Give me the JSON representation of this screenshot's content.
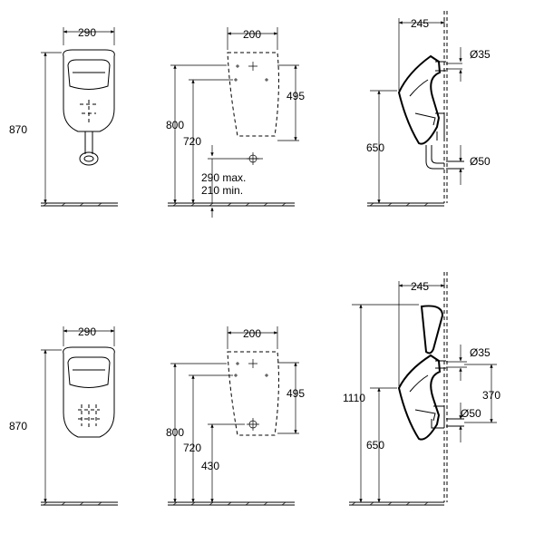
{
  "top": {
    "front": {
      "width": "290",
      "height": "870"
    },
    "plan": {
      "width": "200",
      "d495": "495",
      "d800": "800",
      "d720": "720",
      "max_label": "290 max.",
      "min_label": "210 min."
    },
    "side": {
      "depth": "245",
      "inlet": "Ø35",
      "height": "650",
      "outlet": "Ø50"
    }
  },
  "bottom": {
    "front": {
      "width": "290",
      "height": "870"
    },
    "plan": {
      "width": "200",
      "d495": "495",
      "d800": "800",
      "d720": "720",
      "d430": "430"
    },
    "side": {
      "depth": "245",
      "inlet": "Ø35",
      "total": "1110",
      "height": "650",
      "d370": "370",
      "outlet": "Ø50"
    }
  }
}
